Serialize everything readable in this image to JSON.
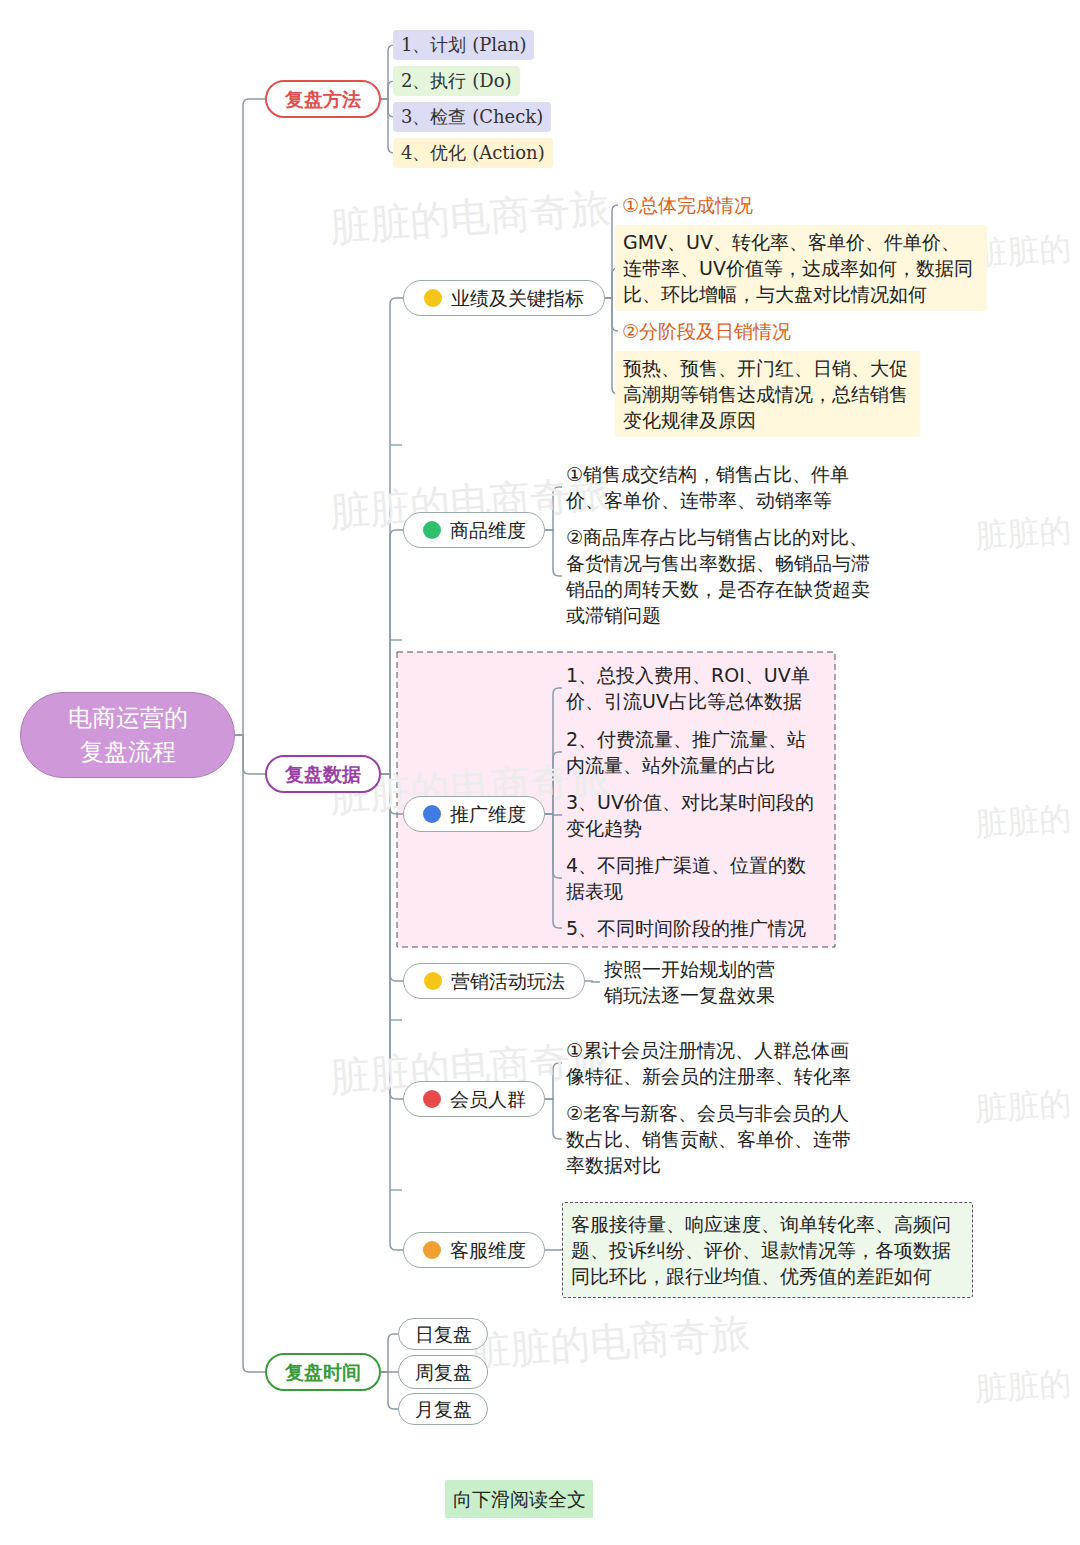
{
  "diagram": {
    "nodes": [
      {
        "text": [
          "电商运营的复盘流程"
        ]
      },
      {
        "text": [
          "复盘方法"
        ]
      },
      {
        "text": [
          "1、计划 (Plan)"
        ]
      },
      {
        "text": [
          "2、执行 (Do)"
        ]
      },
      {
        "text": [
          "3、检查 (Check)"
        ]
      },
      {
        "text": [
          "4、优化 (Action)"
        ]
      },
      {
        "text": [
          "复盘数据"
        ]
      },
      {
        "text": [
          "业绩及关键指标"
        ]
      },
      {
        "text": [
          "①总体完成情况"
        ]
      },
      {
        "text": [
          "GMV、UV、转化率、客单价、件单价、连带率、UV价值等，达成率如何，数据同比、环比增幅，与大盘对比情况如何"
        ]
      },
      {
        "text": [
          "②分阶段及日销情况"
        ]
      },
      {
        "text": [
          "预热、预售、开门红、日销、大促高潮期等销售达成情况，总结销售变化规律及原因"
        ]
      },
      {
        "text": [
          "商品维度"
        ]
      },
      {
        "text": [
          "①销售成交结构，销售占比、件单价、客单价、连带率、动销率等"
        ]
      },
      {
        "text": [
          "②商品库存占比与销售占比的对比、备货情况与售出率数据、畅销品与滞销品的周转天数，是否存在缺货超卖或滞销问题"
        ]
      },
      {
        "text": [
          "推广维度"
        ]
      },
      {
        "text": [
          "1、总投入费用、ROI、UV单价、引流UV占比等总体数据"
        ]
      },
      {
        "text": [
          "2、付费流量、推广流量、站内流量、站外流量的占比"
        ]
      },
      {
        "text": [
          "3、UV价值、对比某时间段的变化趋势"
        ]
      },
      {
        "text": [
          "4、不同推广渠道、位置的数据表现"
        ]
      },
      {
        "text": [
          "5、不同时间阶段的推广情况"
        ]
      },
      {
        "text": [
          "营销活动玩法"
        ]
      },
      {
        "text": [
          "按照一开始规划的营销玩法逐一复盘效果"
        ]
      },
      {
        "text": [
          "会员人群"
        ]
      },
      {
        "text": [
          "①累计会员注册情况、人群总体画像特征、新会员的注册率、转化率"
        ]
      },
      {
        "text": [
          "②老客与新客、会员与非会员的人数占比、销售贡献、客单价、连带率数据对比"
        ]
      },
      {
        "text": [
          "客服维度"
        ]
      },
      {
        "text": [
          "客服接待量、响应速度、询单转化率、高频问题、投诉纠纷、评价、退款情况等，各项数据同比环比，跟行业均值、优秀值的差距如何"
        ]
      },
      {
        "text": [
          "复盘时间"
        ]
      },
      {
        "text": [
          "日复盘"
        ]
      },
      {
        "text": [
          "周复盘"
        ]
      },
      {
        "text": [
          "月复盘"
        ]
      },
      {
        "text": [
          "向下滑阅读全文"
        ]
      }
    ],
    "edges": [
      {
        "from": 0,
        "to": 1,
        "arrow": "none"
      },
      {
        "from": 0,
        "to": 6,
        "arrow": "none"
      },
      {
        "from": 0,
        "to": 28,
        "arrow": "none"
      },
      {
        "from": 1,
        "to": 2,
        "arrow": "none"
      },
      {
        "from": 1,
        "to": 3,
        "arrow": "none"
      },
      {
        "from": 1,
        "to": 4,
        "arrow": "none"
      },
      {
        "from": 1,
        "to": 5,
        "arrow": "none"
      },
      {
        "from": 6,
        "to": 7,
        "arrow": "none"
      },
      {
        "from": 6,
        "to": 12,
        "arrow": "none"
      },
      {
        "from": 6,
        "to": 15,
        "arrow": "none"
      },
      {
        "from": 6,
        "to": 21,
        "arrow": "none"
      },
      {
        "from": 6,
        "to": 23,
        "arrow": "none"
      },
      {
        "from": 6,
        "to": 26,
        "arrow": "none"
      },
      {
        "from": 7,
        "to": 8,
        "arrow": "none"
      },
      {
        "from": 7,
        "to": 9,
        "arrow": "none"
      },
      {
        "from": 7,
        "to": 10,
        "arrow": "none"
      },
      {
        "from": 7,
        "to": 11,
        "arrow": "none"
      },
      {
        "from": 12,
        "to": 13,
        "arrow": "none"
      },
      {
        "from": 12,
        "to": 14,
        "arrow": "none"
      },
      {
        "from": 15,
        "to": 16,
        "arrow": "none"
      },
      {
        "from": 15,
        "to": 17,
        "arrow": "none"
      },
      {
        "from": 15,
        "to": 18,
        "arrow": "none"
      },
      {
        "from": 15,
        "to": 19,
        "arrow": "none"
      },
      {
        "from": 15,
        "to": 20,
        "arrow": "none"
      },
      {
        "from": 21,
        "to": 22,
        "arrow": "none"
      },
      {
        "from": 23,
        "to": 24,
        "arrow": "none"
      },
      {
        "from": 23,
        "to": 25,
        "arrow": "none"
      },
      {
        "from": 26,
        "to": 27,
        "arrow": "none"
      },
      {
        "from": 28,
        "to": 29,
        "arrow": "none"
      },
      {
        "from": 28,
        "to": 30,
        "arrow": "none"
      },
      {
        "from": 28,
        "to": 31,
        "arrow": "none"
      }
    ],
    "labels": [
      "脏脏的电商奇旅",
      "脏脏的电商奇旅",
      "脏脏的电商奇旅",
      "脏脏的电商奇旅",
      "脏脏的电商奇旅",
      "脏脏的",
      "脏脏的",
      "脏脏的",
      "脏脏的",
      "脏脏的"
    ]
  }
}
